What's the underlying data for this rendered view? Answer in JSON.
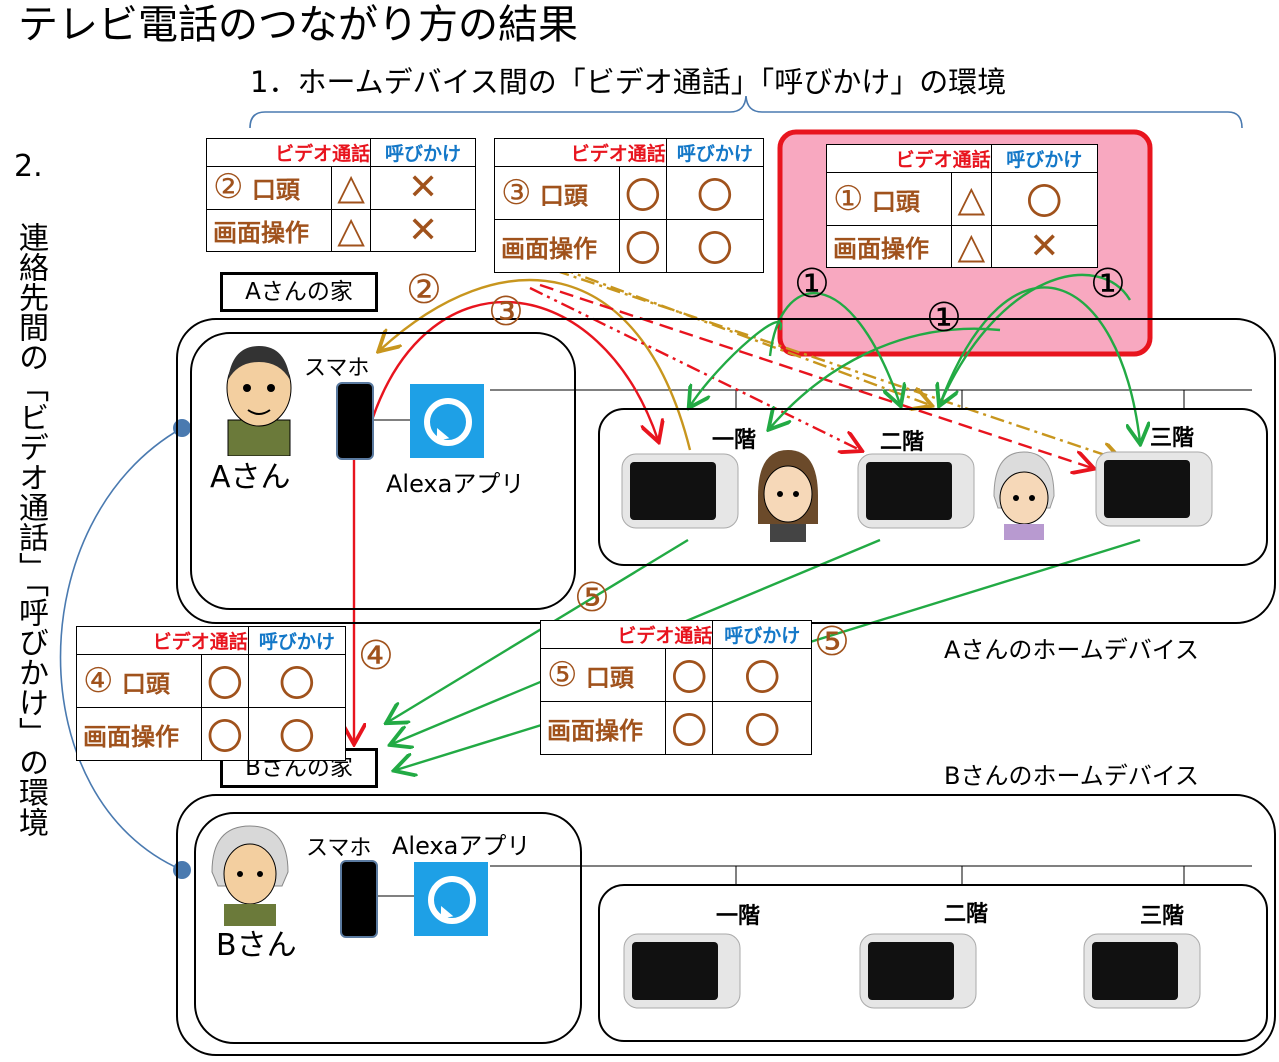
{
  "title": "テレビ電話のつながり方の結果",
  "subtitle": "1．ホームデバイス間の「ビデオ通話」「呼びかけ」の環境",
  "side_number": "2.",
  "side_title": "連絡先間の「ビデオ通話」「呼びかけ」の環境",
  "colors": {
    "video_red": "#e8141e",
    "call_blue": "#1478c8",
    "brown": "#a0521c",
    "green_arrow": "#22aa44",
    "red_arrow": "#e8141e",
    "gold_arrow": "#c8961e",
    "highlight_pink": "#f8a8c0",
    "highlight_border": "#e8141e",
    "bracket_blue": "#4a7ab0",
    "alexa_blue": "#1ea0e6"
  },
  "tables": {
    "t2": {
      "number": "②",
      "h_video": "ビデオ通話",
      "h_call": "呼びかけ",
      "r1_label": "口頭",
      "r1_video": "△",
      "r1_call": "✕",
      "r2_label": "画面操作",
      "r2_video": "△",
      "r2_call": "✕"
    },
    "t3": {
      "number": "③",
      "h_video": "ビデオ通話",
      "h_call": "呼びかけ",
      "r1_label": "口頭",
      "r1_video": "〇",
      "r1_call": "〇",
      "r2_label": "画面操作",
      "r2_video": "〇",
      "r2_call": "〇"
    },
    "t1": {
      "number": "①",
      "h_video": "ビデオ通話",
      "h_call": "呼びかけ",
      "r1_label": "口頭",
      "r1_video": "△",
      "r1_call": "〇",
      "r2_label": "画面操作",
      "r2_video": "△",
      "r2_call": "✕"
    },
    "t4": {
      "number": "④",
      "h_video": "ビデオ通話",
      "h_call": "呼びかけ",
      "r1_label": "口頭",
      "r1_video": "〇",
      "r1_call": "〇",
      "r2_label": "画面操作",
      "r2_video": "〇",
      "r2_call": "〇"
    },
    "t5": {
      "number": "⑤",
      "h_video": "ビデオ通話",
      "h_call": "呼びかけ",
      "r1_label": "口頭",
      "r1_video": "〇",
      "r1_call": "〇",
      "r2_label": "画面操作",
      "r2_video": "〇",
      "r2_call": "〇"
    }
  },
  "house_a": {
    "label": "Aさんの家",
    "person": "Aさん",
    "phone_label": "スマホ",
    "app_label": "Alexaアプリ",
    "devices_label": "Aさんのホームデバイス",
    "floor1": "一階",
    "floor2": "二階",
    "floor3": "三階"
  },
  "house_b": {
    "label": "Bさんの家",
    "person": "Bさん",
    "phone_label": "スマホ",
    "app_label": "Alexaアプリ",
    "devices_label": "Bさんのホームデバイス",
    "floor1": "一階",
    "floor2": "二階",
    "floor3": "三階"
  },
  "route_markers": {
    "m1": "①",
    "m2": "②",
    "m3": "③",
    "m4": "④",
    "m5": "⑤"
  }
}
